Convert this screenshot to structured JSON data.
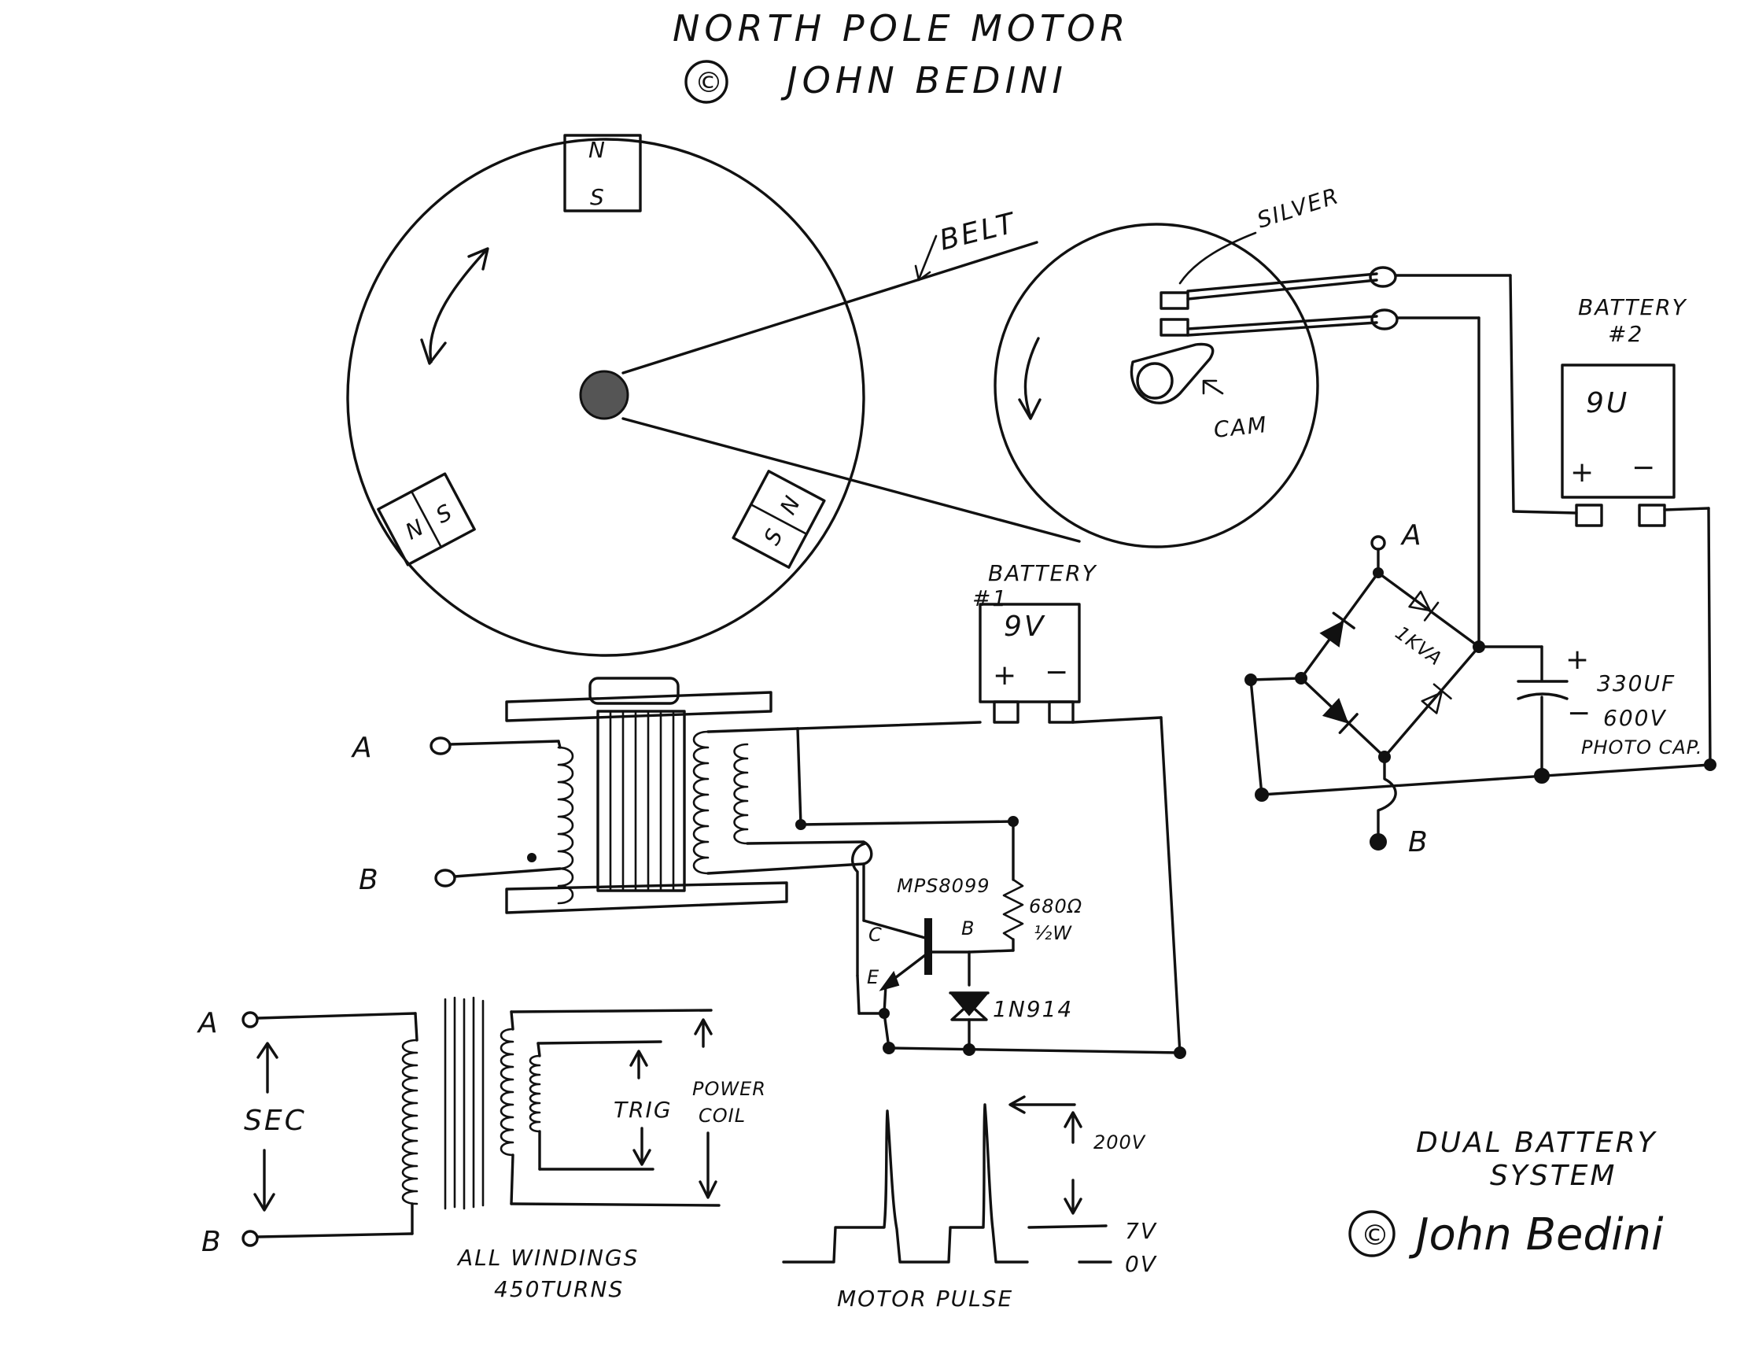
{
  "header": {
    "title": "NORTH POLE MOTOR",
    "copyright_symbol": "©",
    "author": "JOHN BEDINI"
  },
  "rotor": {
    "magnet_top_n": "N",
    "magnet_top_s": "S",
    "magnet_left_n": "N",
    "magnet_left_s": "S",
    "magnet_right_n": "N",
    "magnet_right_s": "S"
  },
  "pulley": {
    "belt_label": "BELT",
    "silver_label": "SILVER",
    "cam_label": "CAM"
  },
  "battery2": {
    "label": "BATTERY",
    "number": "#2",
    "voltage": "9U",
    "plus": "+",
    "minus": "−"
  },
  "bridge": {
    "terminal_a": "A",
    "terminal_b": "B",
    "diode_label": "1KVA",
    "cap_plus": "+",
    "cap_minus": "−",
    "cap_value": "330UF",
    "cap_voltage": "600V",
    "cap_type": "PHOTO CAP."
  },
  "battery1": {
    "label": "BATTERY",
    "number": "#1",
    "voltage": "9V",
    "plus": "+",
    "minus": "−"
  },
  "coil": {
    "terminal_a": "A",
    "terminal_b": "B"
  },
  "driver": {
    "transistor": "MPS8099",
    "resistor_value": "680Ω",
    "resistor_watt": "½W",
    "pin_c": "C",
    "pin_b": "B",
    "pin_e": "E",
    "diode": "1N914"
  },
  "windings": {
    "terminal_a": "A",
    "terminal_b": "B",
    "sec_label": "SEC",
    "trig_label": "TRIG",
    "power_label": "POWER",
    "coil_label": "COIL",
    "note_line1": "ALL WINDINGS",
    "note_line2": "450TURNS"
  },
  "pulse": {
    "v_peak": "200V",
    "v_mid": "7V",
    "v_zero": "0V",
    "caption": "MOTOR PULSE"
  },
  "footer": {
    "title_line1": "DUAL BATTERY",
    "title_line2": "SYSTEM",
    "copyright_symbol": "©",
    "author": "John Bedini"
  }
}
